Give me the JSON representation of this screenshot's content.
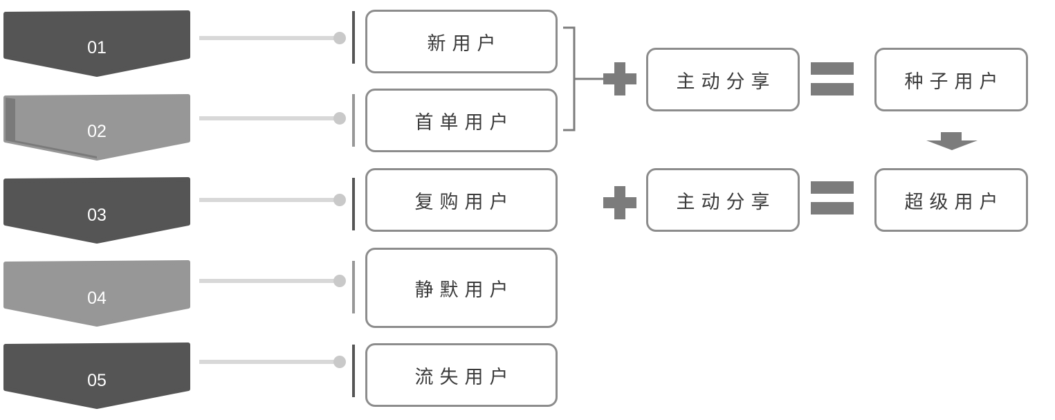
{
  "colors": {
    "dark": "#555555",
    "light": "#979797",
    "connector": "#d8d8d8",
    "dot": "#c9c9c9",
    "box_border": "#8c8c8c",
    "op": "#7c7c7c"
  },
  "stages": [
    {
      "num": "01",
      "label": "新用户",
      "tone": "dark"
    },
    {
      "num": "02",
      "label": "首单用户",
      "tone": "light"
    },
    {
      "num": "03",
      "label": "复购用户",
      "tone": "dark"
    },
    {
      "num": "04",
      "label": "静默用户",
      "tone": "light"
    },
    {
      "num": "05",
      "label": "流失用户",
      "tone": "dark"
    }
  ],
  "formulas": [
    {
      "action": "主动分享",
      "result": "种子用户"
    },
    {
      "action": "主动分享",
      "result": "超级用户"
    }
  ],
  "icons": {
    "plus": "plus-icon",
    "equals": "equals-icon",
    "arrow": "arrow-down-icon",
    "bracket": "bracket-icon"
  }
}
